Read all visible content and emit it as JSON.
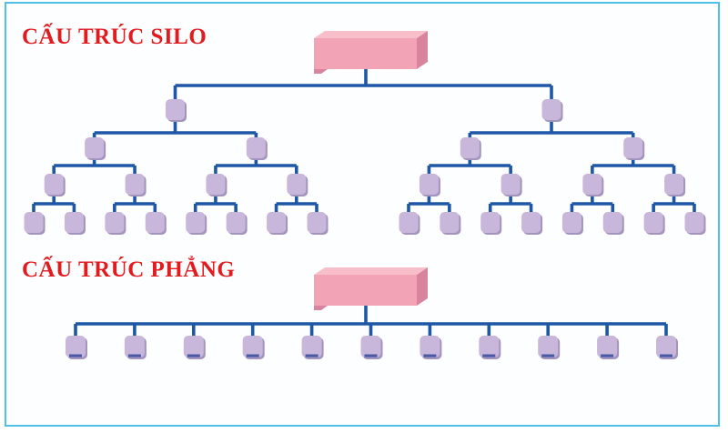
{
  "page": {
    "background": "#ffffff",
    "frame_border_color": "#4fc1e9"
  },
  "colors": {
    "connector_line": "#1d57a5",
    "node_fill": "#c8b7db",
    "node_shadow": "#a294bd",
    "root_front": "#f2a3b5",
    "root_top": "#f8bfcb",
    "root_side": "#d9849e",
    "title_text": "#e21b1f",
    "flat_child_bottom_dash": "#3c509f"
  },
  "silo_diagram": {
    "title": "CẤU TRÚC SILO",
    "type": "binary-tree",
    "levels_node_counts": [
      1,
      2,
      4,
      8,
      16
    ],
    "root_node": "pink-3d-slab",
    "child_node": "lavender-rounded-square"
  },
  "flat_diagram": {
    "title": "CẤU TRÚC PHẲNG",
    "type": "flat-tree",
    "levels_node_counts": [
      1,
      11
    ],
    "root_node": "pink-3d-slab",
    "child_node": "lavender-rounded-square"
  }
}
